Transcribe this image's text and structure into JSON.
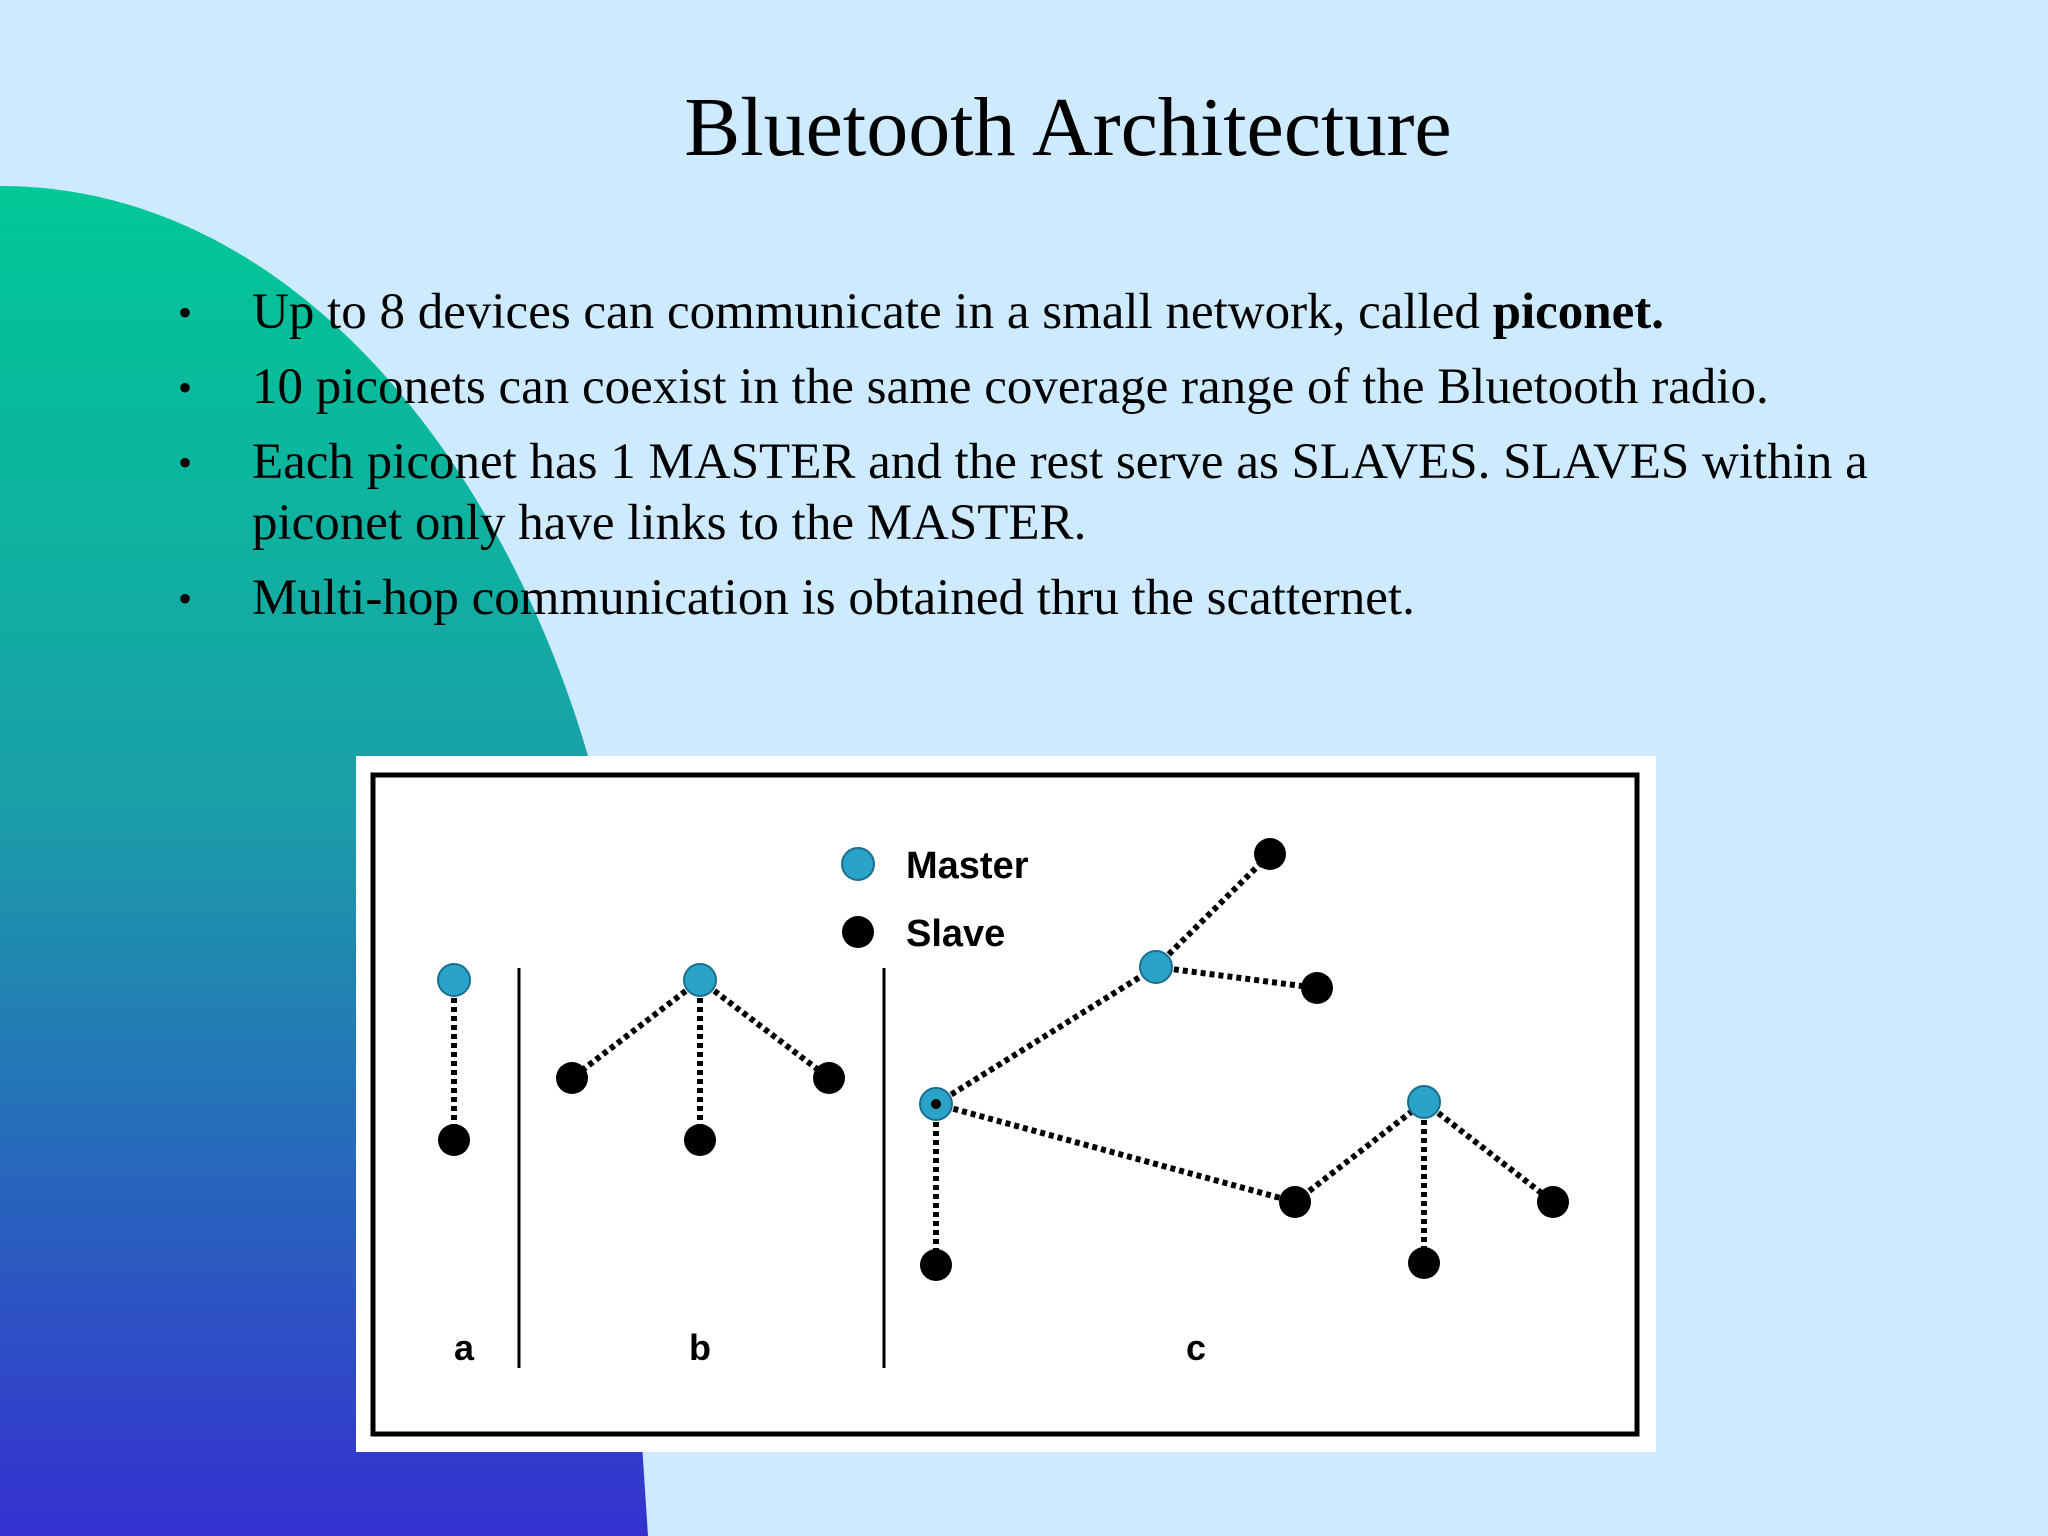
{
  "slide": {
    "title": "Bluetooth Architecture",
    "bullets": [
      {
        "text": "Up to 8 devices can communicate in a small network, called ",
        "bold": "piconet."
      },
      {
        "text": "10 piconets can coexist in the same coverage range  of the Bluetooth radio.",
        "bold": ""
      },
      {
        "text": "Each piconet has 1 MASTER and the rest serve as SLAVES. SLAVES within a piconet  only have links to the MASTER.",
        "bold": ""
      },
      {
        "text": "Multi-hop communication is obtained thru the scatternet.",
        "bold": ""
      }
    ],
    "bullet_symbol": "•"
  },
  "diagram": {
    "legend": {
      "master": "Master",
      "slave": "Slave"
    },
    "panel_labels": [
      "a",
      "b",
      "c"
    ]
  },
  "colors": {
    "background": "#cdeaff",
    "master_node": "#2aa3c8",
    "slave_node": "#000000",
    "shape_top": "#00c896",
    "shape_bottom": "#3530d0"
  }
}
